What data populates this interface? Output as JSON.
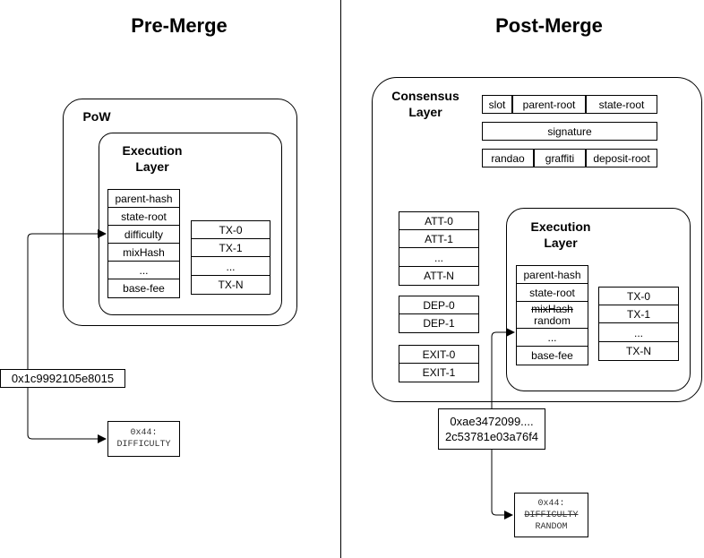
{
  "pre_merge": {
    "title": "Pre-Merge",
    "pow_label": "PoW",
    "execution_label_1": "Execution",
    "execution_label_2": "Layer",
    "header_fields": [
      "parent-hash",
      "state-root",
      "difficulty",
      "mixHash",
      "...",
      "base-fee"
    ],
    "tx_list": [
      "TX-0",
      "TX-1",
      "...",
      "TX-N"
    ],
    "value": "0x1c9992105e8015",
    "opcode_line1": "0x44:",
    "opcode_line2": "DIFFICULTY"
  },
  "post_merge": {
    "title": "Post-Merge",
    "consensus_label_1": "Consensus",
    "consensus_label_2": "Layer",
    "beacon_row1": [
      "slot",
      "parent-root",
      "state-root"
    ],
    "beacon_signature": "signature",
    "beacon_row3": [
      "randao",
      "graffiti",
      "deposit-root"
    ],
    "attestations": [
      "ATT-0",
      "ATT-1",
      "...",
      "ATT-N"
    ],
    "deposits": [
      "DEP-0",
      "DEP-1"
    ],
    "exits": [
      "EXIT-0",
      "EXIT-1"
    ],
    "execution_label_1": "Execution",
    "execution_label_2": "Layer",
    "header_fields": [
      "parent-hash",
      "state-root",
      "mixHash",
      "random",
      "...",
      "base-fee"
    ],
    "tx_list": [
      "TX-0",
      "TX-1",
      "...",
      "TX-N"
    ],
    "value_line1": "0xae3472099....",
    "value_line2": "2c53781e03a76f4",
    "opcode_line1": "0x44:",
    "opcode_line2": "DIFFICULTY",
    "opcode_line3": "RANDOM"
  }
}
